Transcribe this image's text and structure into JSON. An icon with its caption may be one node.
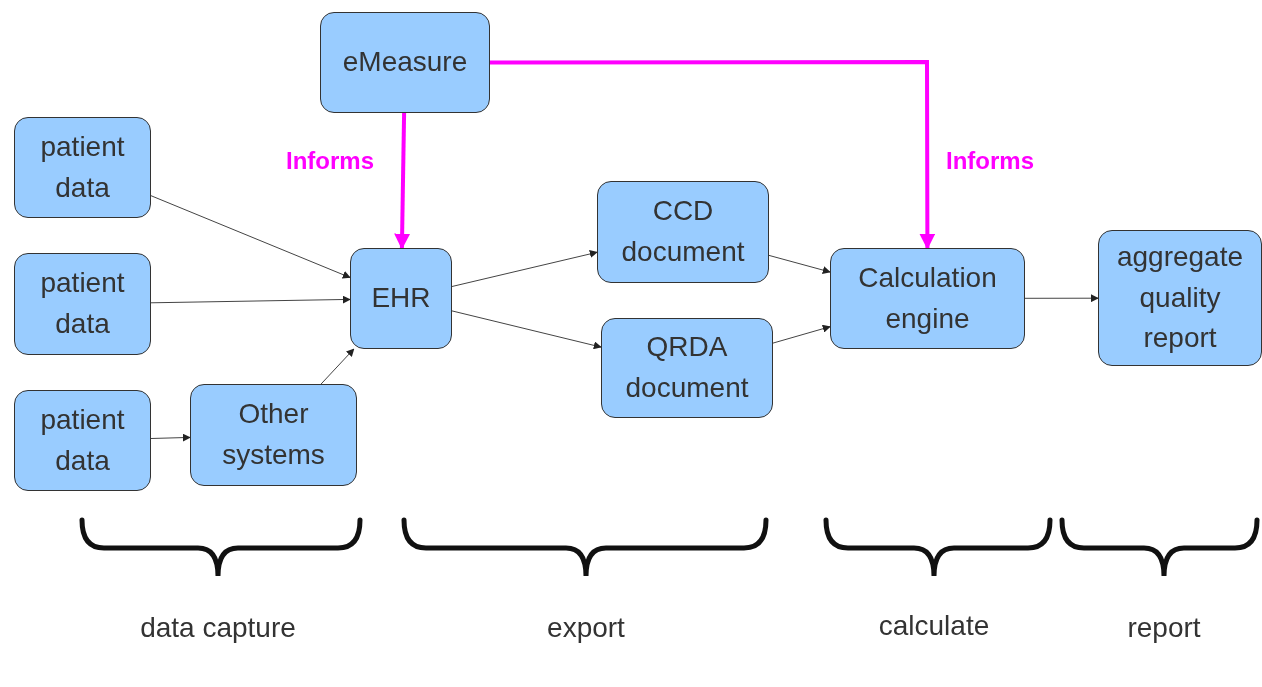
{
  "diagram": {
    "nodes": [
      {
        "text": [
          "eMeasure"
        ]
      },
      {
        "text": [
          "patient data"
        ]
      },
      {
        "text": [
          "patient data"
        ]
      },
      {
        "text": [
          "patient data"
        ]
      },
      {
        "text": [
          "Other systems"
        ]
      },
      {
        "text": [
          "EHR"
        ]
      },
      {
        "text": [
          "CCD document"
        ]
      },
      {
        "text": [
          "QRDA document"
        ]
      },
      {
        "text": [
          "Calculation engine"
        ]
      },
      {
        "text": [
          "aggregate quality report"
        ]
      }
    ],
    "edges": [
      {
        "from": 0,
        "to": 5,
        "arrow": "to",
        "label": "Informs",
        "style": "thick",
        "color": "#ff00ff"
      },
      {
        "from": 0,
        "to": 8,
        "arrow": "to",
        "label": "Informs",
        "style": "thick",
        "color": "#ff00ff"
      },
      {
        "from": 1,
        "to": 5,
        "arrow": "to"
      },
      {
        "from": 2,
        "to": 5,
        "arrow": "to"
      },
      {
        "from": 3,
        "to": 4,
        "arrow": "to"
      },
      {
        "from": 4,
        "to": 5,
        "arrow": "to"
      },
      {
        "from": 5,
        "to": 6,
        "arrow": "to"
      },
      {
        "from": 5,
        "to": 7,
        "arrow": "to"
      },
      {
        "from": 6,
        "to": 8,
        "arrow": "to"
      },
      {
        "from": 7,
        "to": 8,
        "arrow": "to"
      },
      {
        "from": 8,
        "to": 9,
        "arrow": "to"
      }
    ],
    "labels": [
      "data capture",
      "export",
      "calculate",
      "report"
    ]
  }
}
